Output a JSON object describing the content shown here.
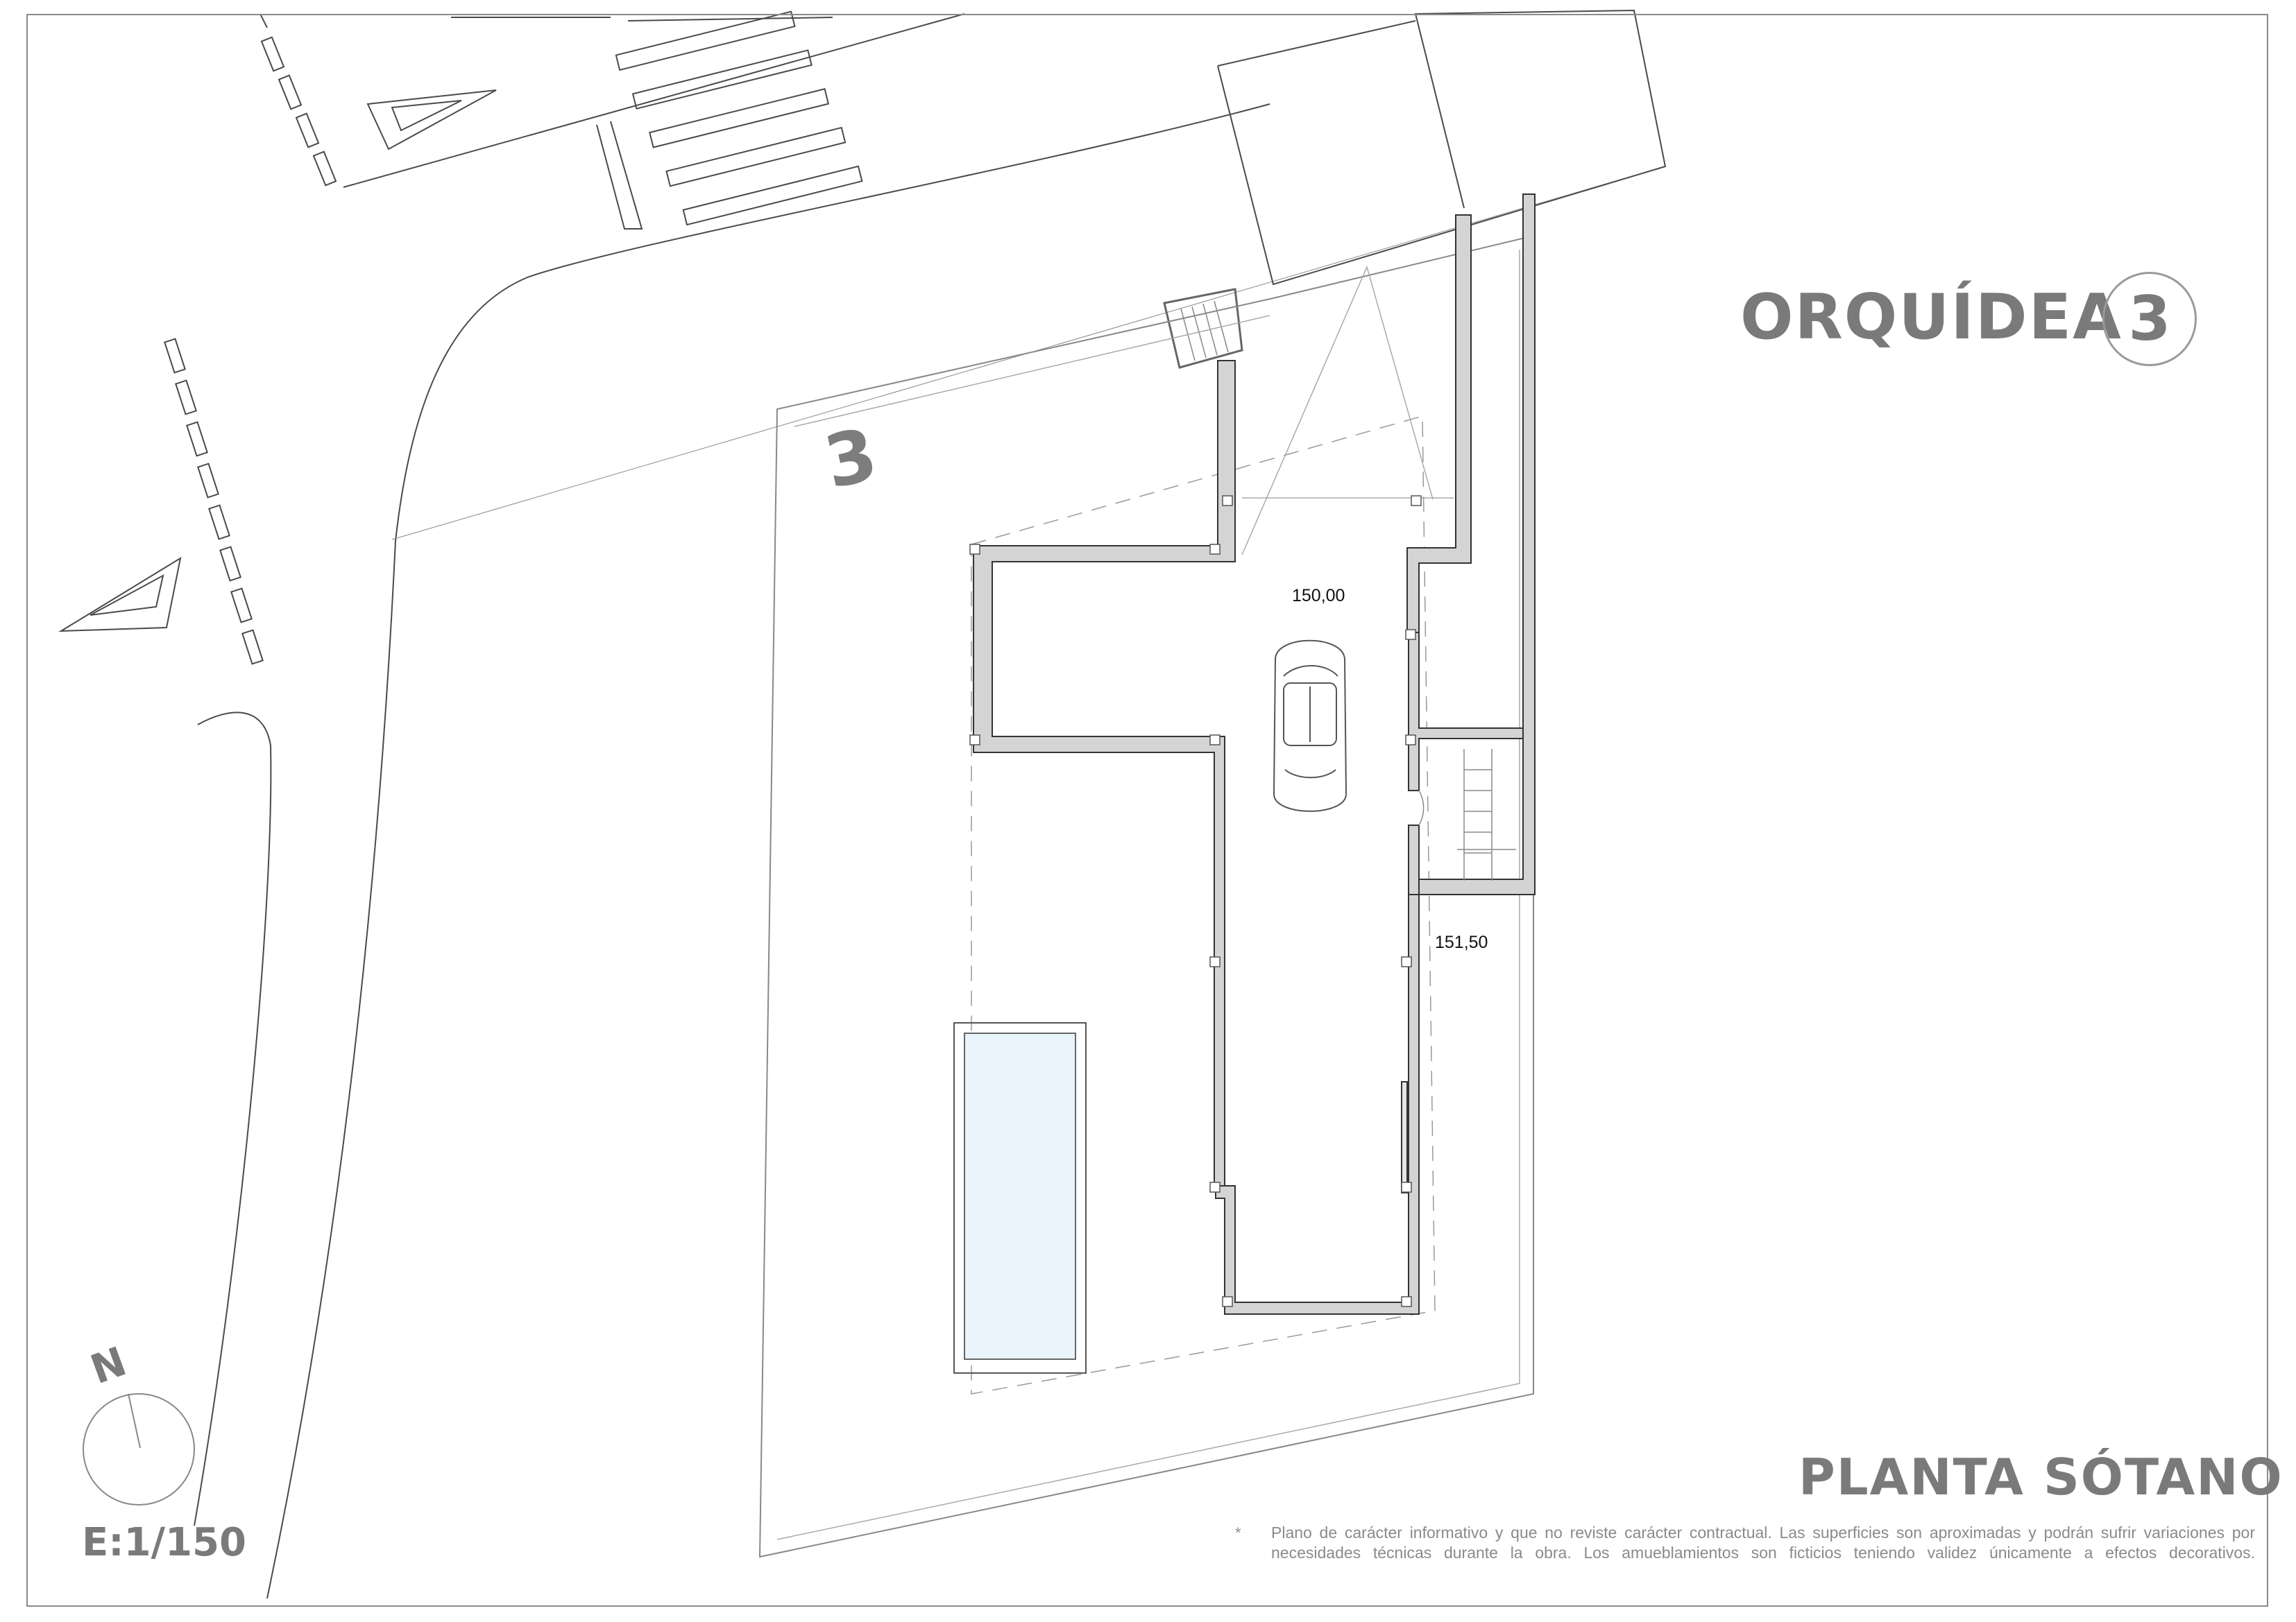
{
  "title": {
    "name": "ORQUÍDEA",
    "number": "3"
  },
  "plot_label": "3",
  "levels": {
    "upper": "150,00",
    "lower": "151,50"
  },
  "floor_name": "PLANTA SÓTANO",
  "scale": "E:1/150",
  "north_label": "N",
  "disclaimer": {
    "marker": "*",
    "text": "Plano de carácter informativo y que no reviste carácter contractual. Las superficies son aproximadas y podrán sufrir variaciones por necesidades técnicas durante la obra. Los amueblamientos son ficticios teniendo validez únicamente a efectos decorativos."
  },
  "colors": {
    "lines": "#4a4a4a",
    "walls": "#bdbdbd",
    "labels": "#7a7a7a",
    "pool": "#eaf4fb"
  },
  "icons": [
    "car-icon",
    "north-arrow-icon",
    "stair-icon"
  ]
}
